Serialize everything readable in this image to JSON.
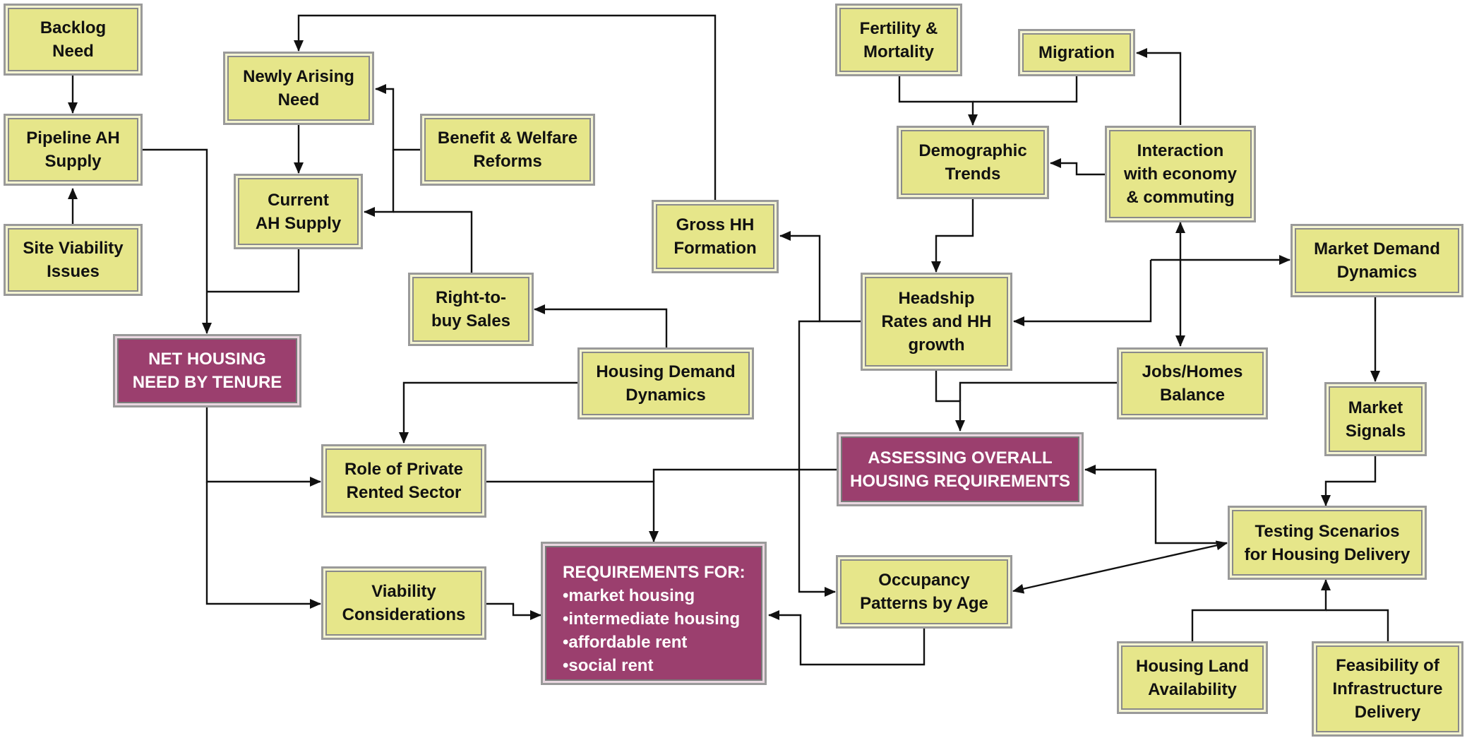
{
  "diagram": {
    "nodes": {
      "backlog_need": "Backlog\nNeed",
      "pipeline_ah_supply": "Pipeline AH\nSupply",
      "site_viability": "Site Viability\nIssues",
      "newly_arising_need": "Newly Arising\nNeed",
      "current_ah_supply": "Current\nAH Supply",
      "benefit_welfare": "Benefit & Welfare\nReforms",
      "right_to_buy": "Right-to-\nbuy Sales",
      "net_housing_need": "NET HOUSING\nNEED BY TENURE",
      "housing_demand_dynamics": "Housing Demand\nDynamics",
      "role_private_rented": "Role of Private\nRented Sector",
      "viability_considerations": "Viability\nConsiderations",
      "gross_hh_formation": "Gross HH\nFormation",
      "fertility_mortality": "Fertility &\nMortality",
      "migration": "Migration",
      "demographic_trends": "Demographic\nTrends",
      "interaction_economy": "Interaction\nwith economy\n& commuting",
      "headship_rates": "Headship\nRates and HH\ngrowth",
      "market_demand_dynamics": "Market Demand\nDynamics",
      "jobs_homes_balance": "Jobs/Homes\nBalance",
      "market_signals": "Market\nSignals",
      "assessing_overall": "ASSESSING OVERALL\nHOUSING REQUIREMENTS",
      "testing_scenarios": "Testing Scenarios\nfor Housing Delivery",
      "occupancy_patterns": "Occupancy\nPatterns by Age",
      "housing_land": "Housing Land\nAvailability",
      "feasibility_infrastructure": "Feasibility of\nInfrastructure\nDelivery",
      "requirements_for": {
        "title": "REQUIREMENTS FOR:",
        "items": [
          "•market housing",
          "•intermediate housing",
          "•affordable rent",
          "•social rent"
        ]
      }
    },
    "colors": {
      "node_fill": "#e6e68a",
      "outcome_fill": "#9b3f6e",
      "border": "#9a9a9a",
      "arrow": "#111111"
    }
  }
}
